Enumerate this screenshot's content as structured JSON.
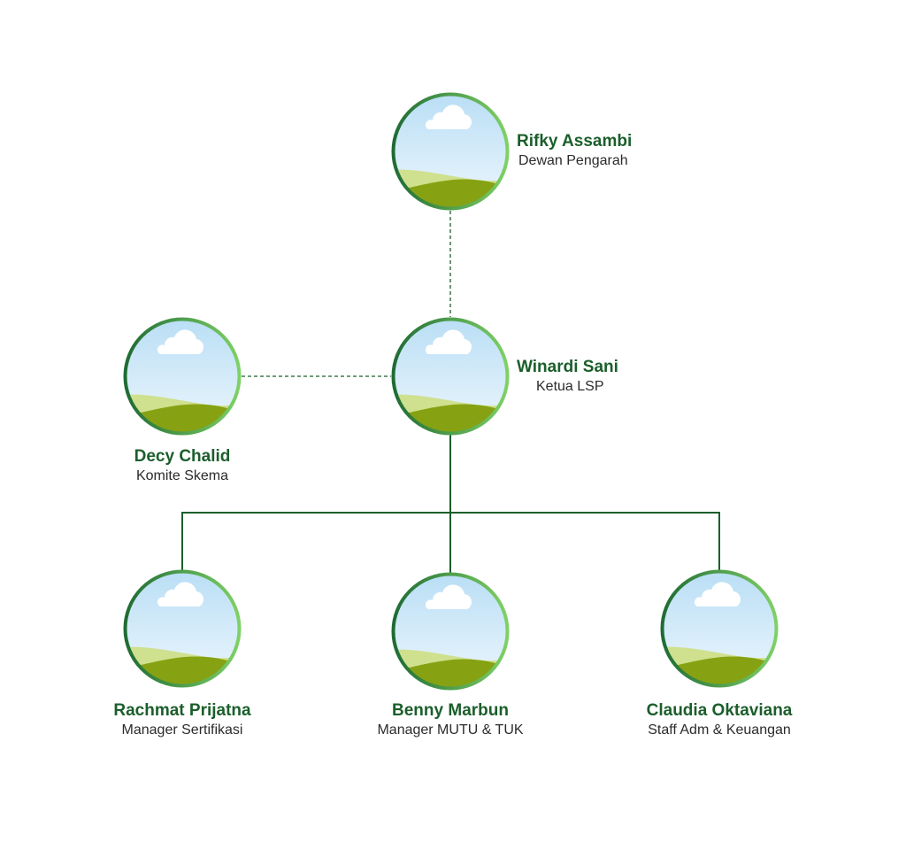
{
  "theme": {
    "name_color": "#1b5e2b",
    "line_color": "#1b5e2b",
    "ring_dark": "#1f6b34",
    "ring_light": "#7fd166",
    "sky_top": "#b9def5",
    "sky_bottom": "#eef7fd",
    "hill_back": "#cfe08e",
    "hill_front": "#86a212"
  },
  "members": [
    {
      "id": "rifky",
      "name": "Rifky Assambi",
      "role": "Dewan Pengarah"
    },
    {
      "id": "winardi",
      "name": "Winardi Sani",
      "role": "Ketua LSP"
    },
    {
      "id": "decy",
      "name": "Decy Chalid",
      "role": "Komite Skema"
    },
    {
      "id": "rachmat",
      "name": "Rachmat Prijatna",
      "role": "Manager Sertifikasi"
    },
    {
      "id": "benny",
      "name": "Benny Marbun",
      "role": "Manager MUTU & TUK"
    },
    {
      "id": "claudia",
      "name": "Claudia Oktaviana",
      "role": "Staff Adm & Keuangan"
    }
  ],
  "relations": [
    {
      "from": "rifky",
      "to": "winardi",
      "style": "dashed"
    },
    {
      "from": "winardi",
      "to": "decy",
      "style": "dashed"
    },
    {
      "from": "winardi",
      "to": "rachmat",
      "style": "solid"
    },
    {
      "from": "winardi",
      "to": "benny",
      "style": "solid"
    },
    {
      "from": "winardi",
      "to": "claudia",
      "style": "solid"
    }
  ]
}
